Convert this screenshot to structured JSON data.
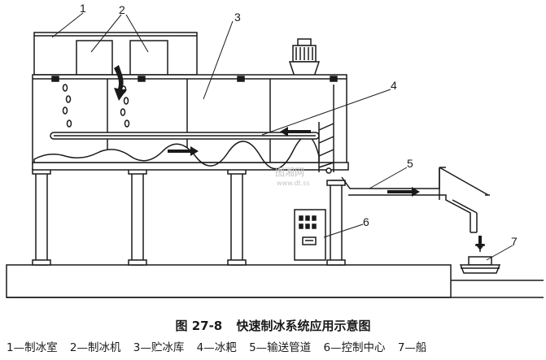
{
  "callouts": [
    "1",
    "2",
    "3",
    "4",
    "5",
    "6",
    "7"
  ],
  "watermark": {
    "line1": "图湘网",
    "line2": "www.dt.ss"
  },
  "caption": {
    "number": "图 27-8",
    "title": "快速制冰系统应用示意图"
  },
  "legend": [
    "1—制冰室",
    "2—制冰机",
    "3—贮冰库",
    "4—冰耙",
    "5—输送管道",
    "6—控制中心",
    "7—船"
  ]
}
